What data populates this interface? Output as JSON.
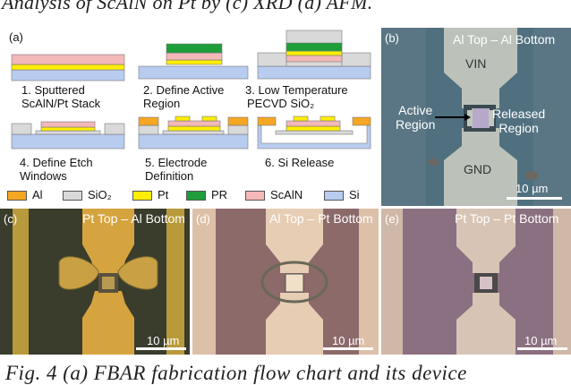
{
  "caption_top": "Analysis of ScAlN on Pt by (c) XRD (d) AFM.",
  "caption_bottom": "Fig. 4 (a) FBAR fabrication flow chart and its device",
  "panel_a": {
    "label": "(a)",
    "steps": [
      {
        "line1": "1. Sputtered",
        "line2": "ScAlN/Pt Stack"
      },
      {
        "line1": "2. Define Active",
        "line2": "Region"
      },
      {
        "line1": "3. Low Temperature",
        "line2": "PECVD SiO₂"
      },
      {
        "line1": "4. Define Etch",
        "line2": "Windows"
      },
      {
        "line1": "5.  Electrode",
        "line2": "Definition"
      },
      {
        "line1": "6. Si Release",
        "line2": ""
      }
    ],
    "legend": [
      {
        "name": "Al",
        "color": "#f5a623"
      },
      {
        "name": "SiO₂",
        "color": "#d9d9d9"
      },
      {
        "name": "Pt",
        "color": "#ffee00"
      },
      {
        "name": "PR",
        "color": "#1e9e3a"
      },
      {
        "name": "ScAlN",
        "color": "#f4b8b8"
      },
      {
        "name": "Si",
        "color": "#b8ccf0"
      }
    ]
  },
  "panel_b": {
    "label": "(b)",
    "title": "Al Top – Al Bottom",
    "top_pad": "VIN",
    "bottom_pad": "GND",
    "active_label_1": "Active",
    "active_label_2": "Region",
    "released_label_1": "Released",
    "released_label_2": "Region",
    "scale": "10 µm"
  },
  "panel_c": {
    "label": "(c)",
    "title": "Pt Top – Al Bottom",
    "scale": "10 µm"
  },
  "panel_d": {
    "label": "(d)",
    "title": "Al Top – Pt Bottom",
    "scale": "10 µm"
  },
  "panel_e": {
    "label": "(e)",
    "title": "Pt Top – Pt Bottom",
    "scale": "10 µm"
  }
}
